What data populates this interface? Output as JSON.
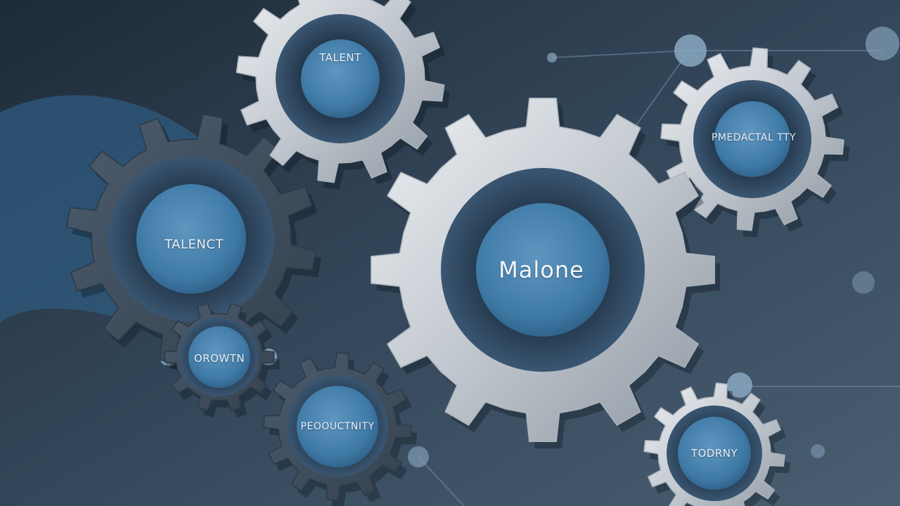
{
  "colors": {
    "background": "#2b3a4a",
    "gear_metal": "#c9ced4",
    "gear_dark": "#3f4f60",
    "hub_blue": "#3f7aa6",
    "accent_dot": "#8aa8c2"
  },
  "gears": [
    {
      "id": "gear-talent-top",
      "label": "TALENT",
      "icon": "gear-icon"
    },
    {
      "id": "gear-productivity-right",
      "label": "PMEDACTAL TTY",
      "icon": "gear-icon"
    },
    {
      "id": "gear-talency-left",
      "label": "TALENCT",
      "icon": "gear-icon"
    },
    {
      "id": "gear-main",
      "label": "Malone",
      "icon": "gear-icon"
    },
    {
      "id": "gear-growth",
      "label": "OROWTN",
      "icon": "gear-icon"
    },
    {
      "id": "gear-productivity-bottom",
      "label": "PEOOUCTNITY",
      "icon": "gear-icon"
    },
    {
      "id": "gear-todrny",
      "label": "TODRNY",
      "icon": "gear-icon"
    }
  ]
}
